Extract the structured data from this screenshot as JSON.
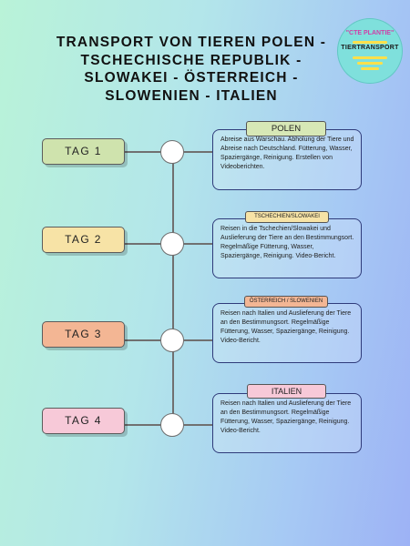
{
  "title": {
    "line1": "TRANSPORT VON TIEREN POLEN -",
    "line2": "TSCHECHISCHE REPUBLIK -",
    "line3": "SLOWAKEI - ÖSTERREICH -",
    "line4": "SLOWENIEN - ITALIEN"
  },
  "logo": {
    "brand": "\"CTE PLANTIE\"",
    "name": "TIERTRANSPORT",
    "color_bg": "#7fe0dc",
    "color_accent": "#ffe04a"
  },
  "days": [
    {
      "tag": "TAG 1",
      "tag_color": "#cfe3ad",
      "label": "POLEN",
      "text": "Abreise aus Warschau. Abholung der Tiere und Abreise nach Deutschland. Fütterung, Wasser, Spaziergänge, Reinigung. Erstellen von Videoberichten."
    },
    {
      "tag": "TAG 2",
      "tag_color": "#f7e3a6",
      "label": "TSCHECHIEN/SLOWAKEI",
      "text": "Reisen in die Tschechien/Slowakei und Auslieferung der Tiere an den Bestimmungsort. Regelmäßige Fütterung, Wasser, Spaziergänge, Reinigung. Video-Bericht."
    },
    {
      "tag": "TAG 3",
      "tag_color": "#f3b694",
      "label": "ÖSTERREICH / SLOWENIEN",
      "text": "Reisen nach Italien und Auslieferung der Tiere an den Bestimmungsort. Regelmäßige Fütterung, Wasser, Spaziergänge, Reinigung. Video-Bericht."
    },
    {
      "tag": "TAG 4",
      "tag_color": "#f7c9d8",
      "label": "ITALIEN",
      "text": "Reisen nach Italien und Auslieferung der Tiere an den Bestimmungsort. Regelmäßige Fütterung, Wasser, Spaziergänge, Reinigung. Video-Bericht."
    }
  ]
}
